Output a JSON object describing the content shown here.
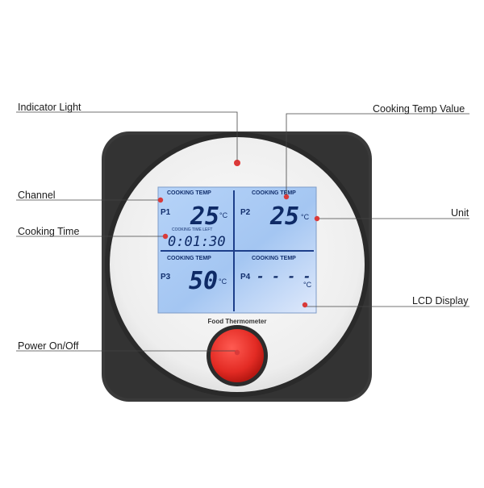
{
  "labels": {
    "indicator_light": "Indicator Light",
    "channel": "Channel",
    "cooking_time": "Cooking Time",
    "power": "Power On/Off",
    "cooking_temp_value": "Cooking Temp Value",
    "unit": "Unit",
    "lcd_display": "LCD Display"
  },
  "device": {
    "name": "Food Thermometer",
    "accent_red": "#e8322f",
    "body_color": "#3b3b3b",
    "lcd_color": "#9fc4f2",
    "callout_dot_color": "#d93a3a"
  },
  "lcd": {
    "header": "COOKING TEMP",
    "time_left_label": "COOKING TIME LEFT",
    "time_value": "0:01:30",
    "unit_symbol": "°C",
    "p1": {
      "channel": "P1",
      "temp": "25"
    },
    "p2": {
      "channel": "P2",
      "temp": "25"
    },
    "p3": {
      "channel": "P3",
      "temp": "50"
    },
    "p4": {
      "channel": "P4",
      "temp": "- - - -"
    }
  }
}
